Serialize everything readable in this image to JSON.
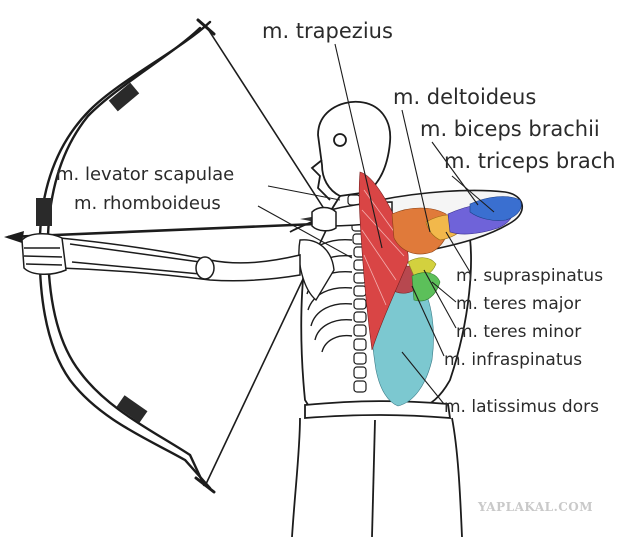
{
  "labels": {
    "trapezius": "m. trapezius",
    "deltoideus": "m. deltoideus",
    "biceps": "m. biceps brachii",
    "triceps": "m. triceps brach",
    "levator": "m. levator scapulae",
    "rhomboideus": "m. rhomboideus",
    "supraspinatus": "m. supraspinatus",
    "teres_major": "m. teres major",
    "teres_minor": "m. teres minor",
    "infraspinatus": "m. infraspinatus",
    "latissimus": "m. latissimus dors"
  },
  "watermark": "YAPLAKAL.COM",
  "colors": {
    "ink": "#1c1c1c",
    "trapezius": "#d94545",
    "deltoid": "#e07a3a",
    "supraspinatus": "#f2b84b",
    "biceps": "#3a6fd0",
    "triceps": "#6f63d9",
    "teres_major": "#5cc05a",
    "teres_minor": "#d3d13e",
    "infraspinatus": "#b7484f",
    "latissimus": "#7cc8d0"
  }
}
